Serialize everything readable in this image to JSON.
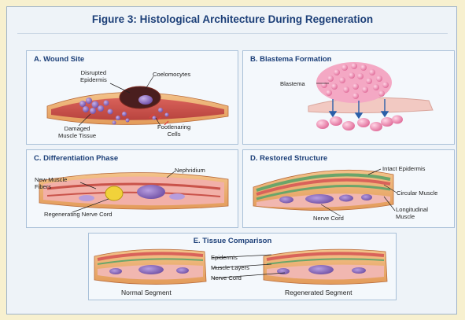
{
  "figure": {
    "title": "Figure 3: Histological Architecture During Regeneration"
  },
  "panels": {
    "a": {
      "title": "A. Wound Site",
      "labels": {
        "disrupted_epidermis": [
          "Disrupted",
          "Epidermis"
        ],
        "coelomocytes": "Coelomocytes",
        "damaged_muscle": [
          "Damaged",
          "Muscle Tissue"
        ],
        "footlenaring": [
          "Footlenaring",
          "Cells"
        ]
      }
    },
    "b": {
      "title": "B. Blastema Formation",
      "labels": {
        "blastema": "Blastema"
      }
    },
    "c": {
      "title": "C. Differentiation Phase",
      "labels": {
        "nephridium": "Nephridium",
        "new_muscle": [
          "New Muscle",
          "Fibers"
        ],
        "regen_nerve": "Regenerating Nerve Cord"
      }
    },
    "d": {
      "title": "D. Restored Structure",
      "labels": {
        "intact_epidermis": "Intact Epidermis",
        "circular_muscle": "Circular Muscle",
        "longitudinal_muscle": [
          "Longitudinal",
          "Muscle"
        ],
        "nerve_cord": "Nerve Cord"
      }
    },
    "e": {
      "title": "E. Tissue Comparison",
      "labels": {
        "epidermis": "Epidermis",
        "muscle_layers": "Muscle Layers",
        "nerve_cord": "Nerve Cord"
      },
      "captions": {
        "normal": "Normal Segment",
        "regenerated": "Regenerated Segment"
      }
    }
  },
  "colors": {
    "title_blue": "#1c3f78",
    "epidermis_orange": "#e8a35c",
    "muscle_red": "#c9534a",
    "tissue_pink": "#f0a9a6",
    "green_layer": "#6aa56a",
    "nerve_purple": "#8f6db8",
    "blastema_pink": "#ef8fb0"
  }
}
